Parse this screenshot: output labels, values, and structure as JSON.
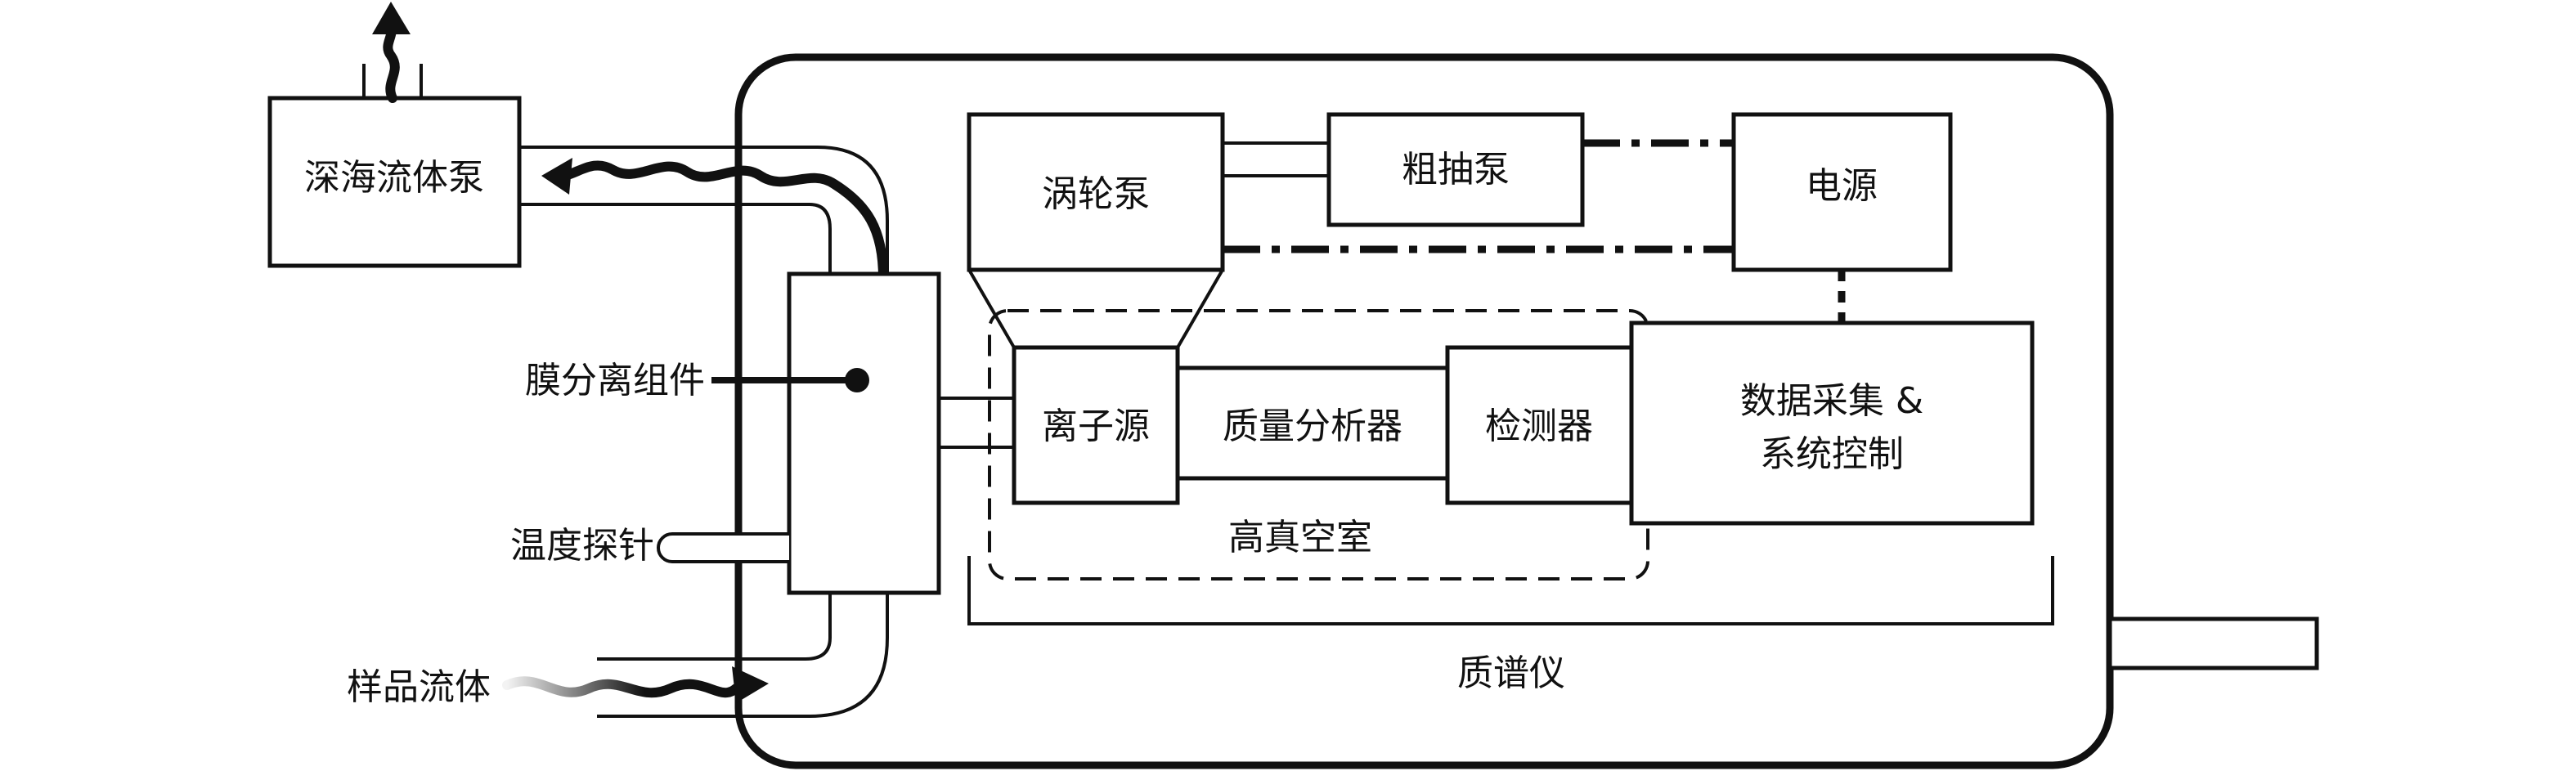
{
  "labels": {
    "pump": "深海流体泵",
    "membrane": "膜分离组件",
    "temp_probe": "温度探针",
    "sample_fluid": "样品流体",
    "turbo_pump": "涡轮泵",
    "rough_pump": "粗抽泵",
    "power": "电源",
    "ion_source": "离子源",
    "mass_analyzer": "质量分析器",
    "detector": "检测器",
    "daq_line1": "数据采集 &",
    "daq_line2": "系统控制",
    "vacuum_chamber": "高真空室",
    "mass_spectrometer": "质谱仪"
  },
  "colors": {
    "line": "#111111",
    "background": "#ffffff"
  },
  "icons": {
    "exhaust": "up-arrow-icon",
    "membrane_point": "dot-icon"
  }
}
